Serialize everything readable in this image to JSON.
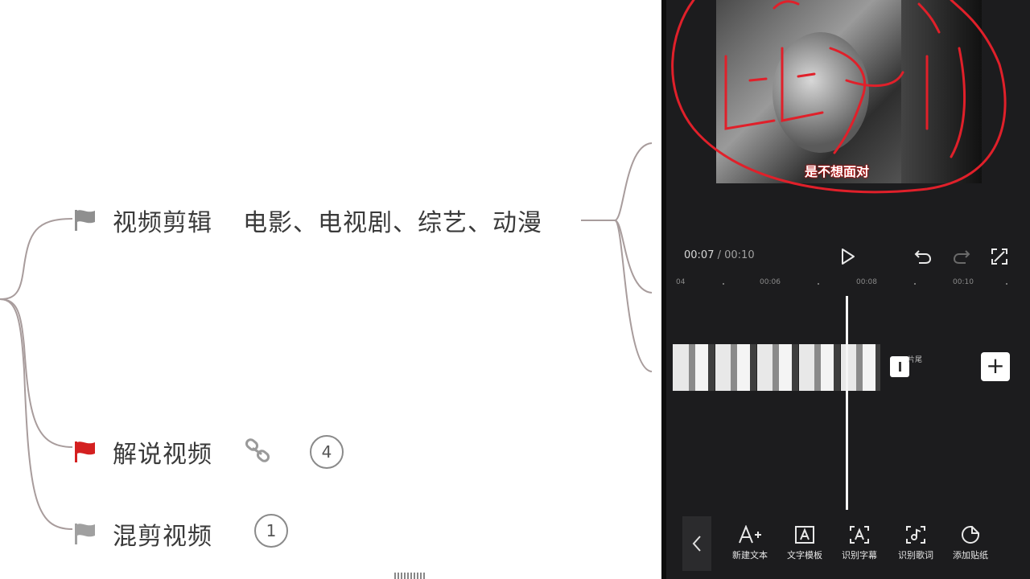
{
  "mind_map": {
    "nodes": [
      {
        "label": "视频剪辑",
        "note": "电影、电视剧、综艺、动漫",
        "flag_color": "#8f8f8f"
      },
      {
        "label": "解说视频",
        "flag_color": "#d42020",
        "count": "4"
      },
      {
        "label": "混剪视频",
        "flag_color": "#a0a0a0",
        "count": "1"
      }
    ]
  },
  "editor": {
    "subtitle": "是不想面对",
    "time_current": "00:07",
    "time_separator": " / ",
    "time_total": "00:10",
    "ruler_labels": [
      "04",
      "00:06",
      "00:08",
      "00:10"
    ],
    "end_label": "片尾",
    "add_clip": "+",
    "tools": [
      {
        "icon": "add-text-icon",
        "label": "新建文本"
      },
      {
        "icon": "text-template-icon",
        "label": "文字模板"
      },
      {
        "icon": "recognize-subtitles-icon",
        "label": "识别字幕"
      },
      {
        "icon": "recognize-lyrics-icon",
        "label": "识别歌词"
      },
      {
        "icon": "add-sticker-icon",
        "label": "添加贴纸"
      }
    ],
    "accent": "#e0202a"
  }
}
